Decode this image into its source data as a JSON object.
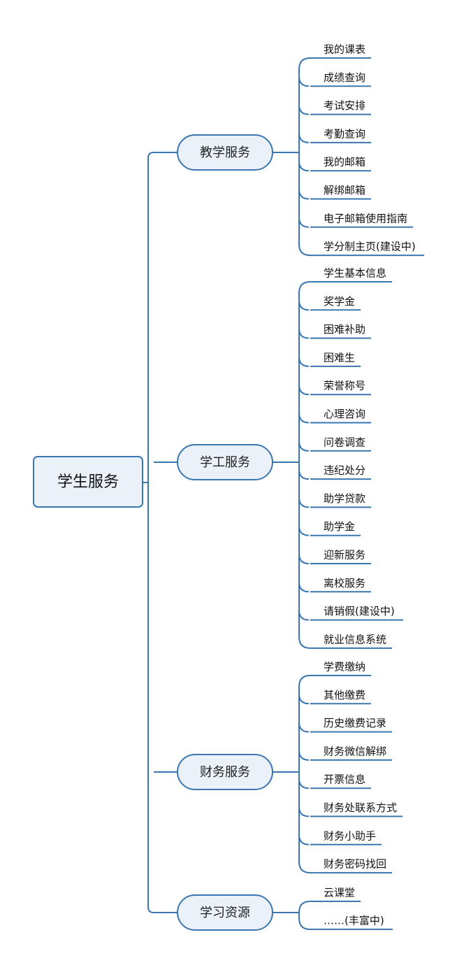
{
  "root": {
    "label": "学生服务"
  },
  "branches": [
    {
      "label": "教学服务",
      "items": [
        "我的课表",
        "成绩查询",
        "考试安排",
        "考勤查询",
        "我的邮箱",
        "解绑邮箱",
        "电子邮箱使用指南",
        "学分制主页(建设中)"
      ]
    },
    {
      "label": "学工服务",
      "items": [
        "学生基本信息",
        "奖学金",
        "困难补助",
        "困难生",
        "荣誉称号",
        "心理咨询",
        "问卷调查",
        "违纪处分",
        "助学贷款",
        "助学金",
        "迎新服务",
        "离校服务",
        "请销假(建设中)",
        "就业信息系统"
      ]
    },
    {
      "label": "财务服务",
      "items": [
        "学费缴纳",
        "其他缴费",
        "历史缴费记录",
        "财务微信解绑",
        "开票信息",
        "财务处联系方式",
        "财务小助手",
        "财务密码找回"
      ]
    },
    {
      "label": "学习资源",
      "items": [
        "云课堂",
        "……(丰富中)"
      ]
    }
  ]
}
